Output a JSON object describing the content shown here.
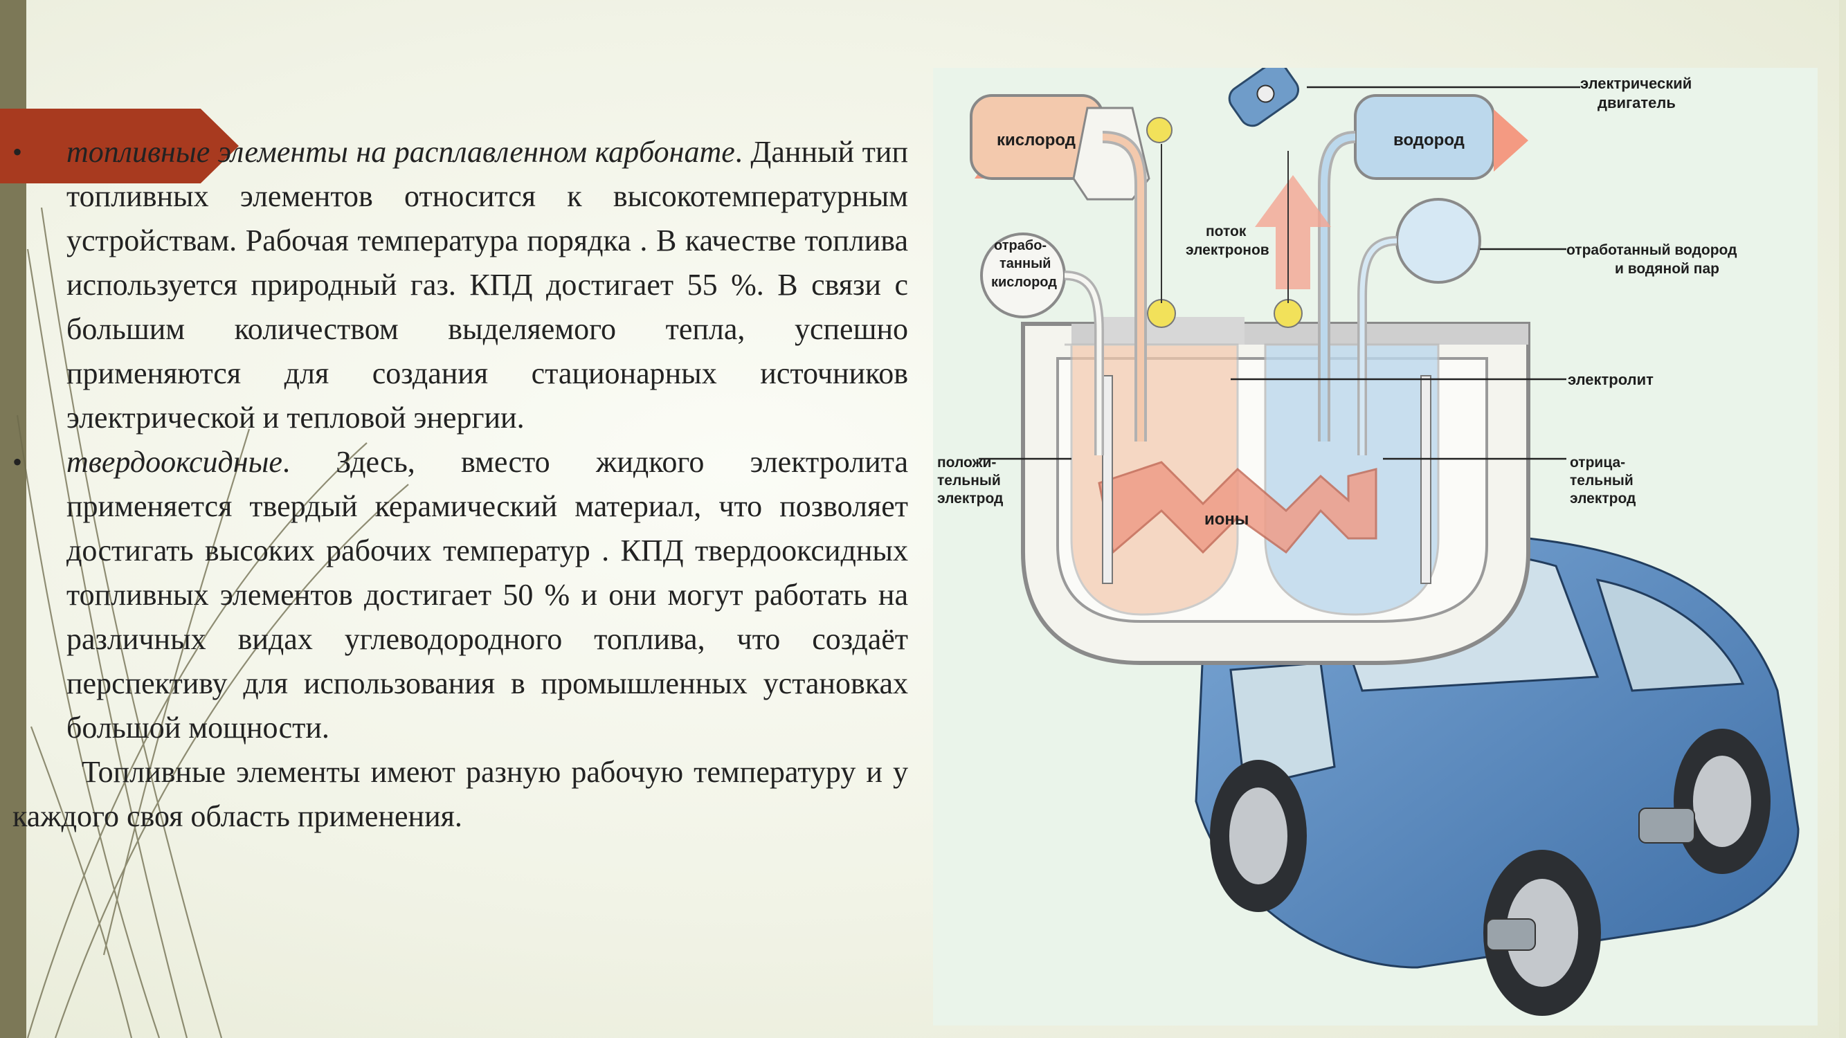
{
  "slide": {
    "items": [
      {
        "bullet": "•",
        "term": "топливные элементы на расплавленном карбонате",
        "text": ". Данный тип топливных элементов относится к высокотемпературным устройствам. Рабочая температура порядка . В качестве топлива используется природный газ. КПД достигает 55 %. В связи с большим количеством выделяемого тепла, успешно применяются для создания стационарных источников электрической и тепловой энергии."
      },
      {
        "bullet": "•",
        "term": "твердооксидные",
        "text": ". Здесь, вместо жидкого электролита применяется твердый керамический материал, что позволяет достигать высоких рабочих температур . КПД твердооксидных топливных элементов достигает 50 % и они могут работать на различных видах углеводородного топлива, что создаёт перспективу для использования в промышленных установках большой мощности."
      }
    ],
    "closing": "Топливные элементы имеют разную рабочую температуру и у каждого своя область применения."
  },
  "diagram": {
    "labels": {
      "oxygen": "кислород",
      "hydrogen": "водород",
      "motor": [
        "электрический",
        "двигатель"
      ],
      "electron_flow": [
        "поток",
        "электронов"
      ],
      "spent_oxygen": [
        "отрабо-",
        "танный",
        "кислород"
      ],
      "spent_hydrogen": [
        "отработанный водород",
        "и водяной пар"
      ],
      "electrolyte": "электролит",
      "positive": [
        "положи-",
        "тельный",
        "электрод"
      ],
      "negative": [
        "отрица-",
        "тельный",
        "электрод"
      ],
      "ions": "ионы"
    },
    "colors": {
      "ribbon": "#a83a1f",
      "oxygen_fill": "#f3c9ad",
      "hydrogen_fill": "#bcd8ec",
      "car_body": "#5e8fc4"
    }
  }
}
